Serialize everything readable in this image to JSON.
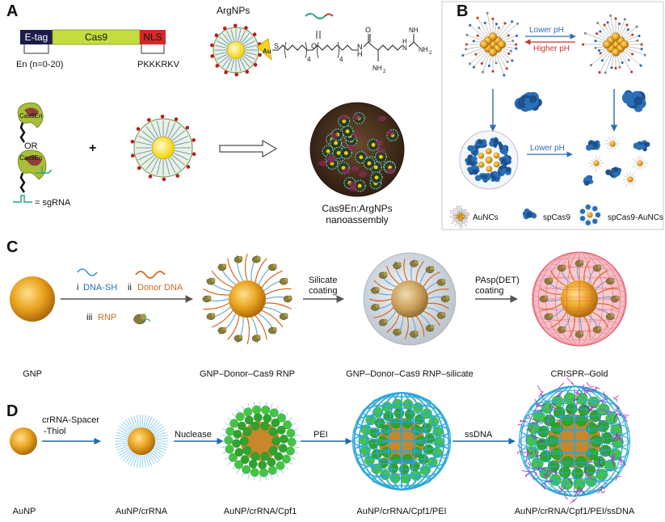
{
  "panels": {
    "a": {
      "letter": "A",
      "etag": "E-tag",
      "cas9": "Cas9",
      "nls": "NLS",
      "en_note": "En (n=0-20)",
      "nls_seq": "PKKKRKV",
      "argnps_label": "ArgNPs",
      "au": "Au",
      "s": "S",
      "sub4a": "4",
      "sub4b": "4",
      "o": "O",
      "h": "H",
      "n": "N",
      "nh2": "NH",
      "nh2_sub": "2",
      "guan_h": "H",
      "guan_n": "N",
      "guan_nh": "NH",
      "guan_nh2": "NH",
      "guan_sub": "2",
      "cas9en_1": "Cas9En",
      "or": "OR",
      "cas9en_2": "Cas9En",
      "sgrna_eq": "= sgRNA",
      "plus": "+",
      "caption_1": "Cas9En:ArgNPs",
      "caption_2": "nanoassembly"
    },
    "b": {
      "letter": "B",
      "lower_ph_top": "Lower pH",
      "higher_ph": "Higher pH",
      "lower_ph_mid": "Lower pH",
      "legend_aunc": "AuNCs",
      "legend_spcas9": "spCas9",
      "legend_complex": "spCas9-AuNCs"
    },
    "c": {
      "letter": "C",
      "step_i_num": "i",
      "step_i": "DNA-SH",
      "step_ii_num": "ii",
      "step_ii": "Donor DNA",
      "step_iii_num": "iii",
      "step_iii": "RNP",
      "silicate_1": "Silicate",
      "silicate_2": "coating",
      "pasp_1": "PAsp(DET)",
      "pasp_2": "coating",
      "label_gnp": "GNP",
      "label_rnp": "GNP–Donor–Cas9 RNP",
      "label_silicate": "GNP–Donor–Cas9 RNP–silicate",
      "label_gold": "CRISPR–Gold"
    },
    "d": {
      "letter": "D",
      "crrna_1": "crRNA-Spacer",
      "crrna_2": "-Thiol",
      "nuclease": "Nuclease",
      "pei": "PEI",
      "ssdna": "ssDNA",
      "label_aunp": "AuNP",
      "label_crrna": "AuNP/crRNA",
      "label_cpf1": "AuNP/crRNA/Cpf1",
      "label_pei": "AuNP/crRNA/Cpf1/PEI",
      "label_ssdna": "AuNP/crRNA/Cpf1/PEI/ssDNA"
    }
  },
  "colors": {
    "etag": "#1c1c4a",
    "cas9": "#c4dc3e",
    "nls": "#d62828",
    "gold": "#e8a21e",
    "blue_arrow": "#2d6cb5",
    "red_text": "#c0392b",
    "orange_text": "#d2691e",
    "blue_text": "#1f73b7",
    "protein_blue": "#2a6fb5",
    "green": "#3cc13c",
    "cyan_cage": "#2aa7d8",
    "magenta": "#b43ec0"
  }
}
